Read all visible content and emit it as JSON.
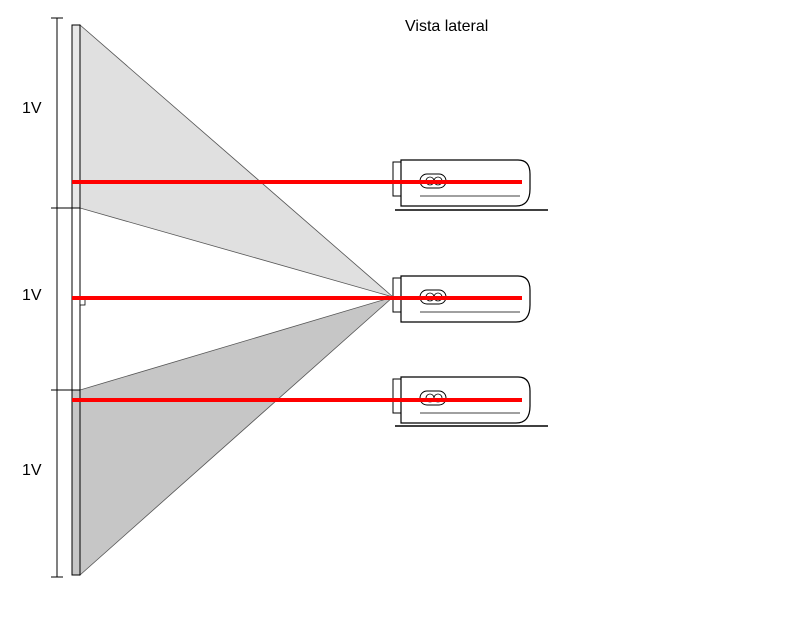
{
  "title": "Vista lateral",
  "height_labels": [
    "1V",
    "1V",
    "1V"
  ],
  "colors": {
    "beam": "#ff0000",
    "upper_projection": "#e0e0e0",
    "lower_projection": "#c6c6c6",
    "outline": "#000000"
  },
  "projectors": [
    "projector-upper",
    "projector-center",
    "projector-lower"
  ]
}
